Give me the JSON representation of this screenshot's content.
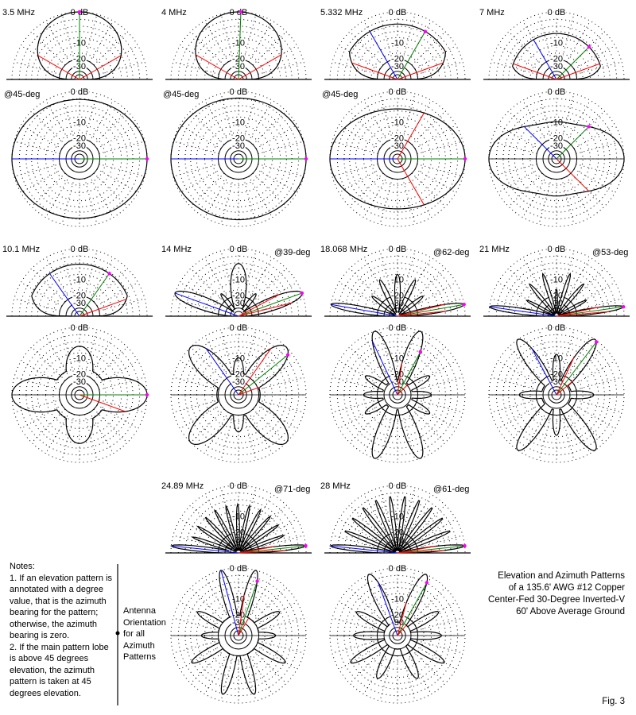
{
  "ring_labels": [
    "0 dB",
    "-10",
    "-20",
    "-30"
  ],
  "plots": [
    {
      "frequency": "3.5 MHz",
      "elevation_bearing": "",
      "azimuth_label": "@45-deg"
    },
    {
      "frequency": "4 MHz",
      "elevation_bearing": "",
      "azimuth_label": "@45-deg"
    },
    {
      "frequency": "5.332 MHz",
      "elevation_bearing": "",
      "azimuth_label": "@45-deg"
    },
    {
      "frequency": "7 MHz",
      "elevation_bearing": "",
      "azimuth_label": ""
    },
    {
      "frequency": "10.1 MHz",
      "elevation_bearing": "",
      "azimuth_label": ""
    },
    {
      "frequency": "14 MHz",
      "elevation_bearing": "@39-deg",
      "azimuth_label": ""
    },
    {
      "frequency": "18.068 MHz",
      "elevation_bearing": "@62-deg",
      "azimuth_label": ""
    },
    {
      "frequency": "21 MHz",
      "elevation_bearing": "@53-deg",
      "azimuth_label": ""
    },
    {
      "frequency": "24.89 MHz",
      "elevation_bearing": "@71-deg",
      "azimuth_label": ""
    },
    {
      "frequency": "28 MHz",
      "elevation_bearing": "@61-deg",
      "azimuth_label": ""
    }
  ],
  "notes": {
    "title": "Notes:",
    "items": [
      "1.  If an elevation pattern is annotated with a degree value, that is the azimuth bearing for the pattern; otherwise, the azimuth bearing is zero.",
      "2.  If the main pattern lobe is above 45 degrees elevation, the azimuth pattern is taken at 45 degrees elevation."
    ]
  },
  "orientation_label": "Antenna Orientation for all Azimuth Patterns",
  "caption": {
    "lines": [
      "Elevation and Azimuth Patterns",
      "of a 135.6' AWG #12 Copper",
      "Center-Fed 30-Degree Inverted-V",
      "60' Above Average Ground"
    ],
    "figure": "Fig. 3"
  },
  "colors": {
    "red": "#ff0000",
    "green": "#008000",
    "blue": "#0000ff",
    "marker": "#ff00ff"
  }
}
